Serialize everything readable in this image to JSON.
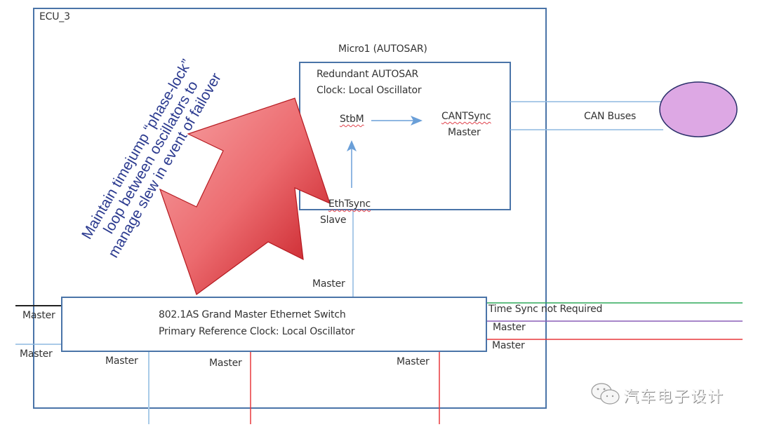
{
  "diagram": {
    "ecu": {
      "label": "ECU_3"
    },
    "micro": {
      "title": "Micro1 (AUTOSAR)",
      "line1": "Redundant AUTOSAR",
      "line2": "Clock: Local Oscillator",
      "stbm": "StbM",
      "cantsync": "CANTSync",
      "cantsync_role": "Master",
      "ethtsync": "EthTsync",
      "ethtsync_role": "Slave"
    },
    "can": {
      "label": "CAN Buses",
      "node_color": "#dda8e4"
    },
    "switch": {
      "line1": "802.1AS Grand Master Ethernet Switch",
      "line2": "Primary Reference Clock: Local Oscillator"
    },
    "annotation": {
      "line1": "Maintain timejump “phase-lock”",
      "line2": "loop between oscillators to",
      "line3": "manage slew in event of failover"
    },
    "port_labels": {
      "up_master": "Master",
      "left_top": "Master",
      "left_bottom": "Master",
      "bottom_1": "Master",
      "bottom_2": "Master",
      "bottom_3": "Master",
      "right_green": "Time Sync not Required",
      "right_purple": "Master",
      "right_red": "Master"
    },
    "colors": {
      "box_border": "#4a74a8",
      "link_blue": "#8db8e0",
      "link_red": "#e8383c",
      "link_green": "#2eaa5a",
      "link_purple": "#8a5fb8",
      "link_black": "#222222",
      "arrow_red": "#d42a2e",
      "annotation_text": "#2b3a8f"
    },
    "watermark": {
      "text": "汽车电子设计",
      "icon": "wechat-icon"
    }
  }
}
